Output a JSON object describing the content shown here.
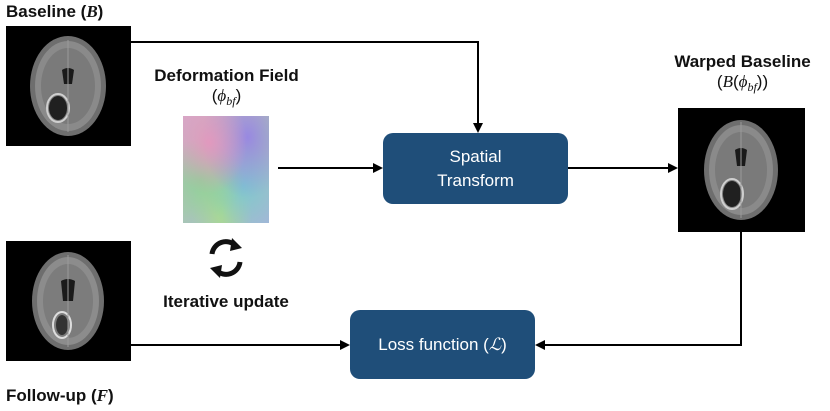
{
  "baseline": {
    "label": "Baseline",
    "symbol": "B"
  },
  "followup": {
    "label": "Follow-up",
    "symbol": "F"
  },
  "deformation": {
    "label": "Deformation Field",
    "symbol": "ϕ",
    "subscript": "bf"
  },
  "spatial_transform": {
    "line1": "Spatial",
    "line2": "Transform"
  },
  "loss": {
    "label": "Loss function",
    "symbol": "ℒ"
  },
  "warped": {
    "label": "Warped Baseline",
    "symbol": "B",
    "phi": "ϕ",
    "subscript": "bf"
  },
  "iterative": {
    "label": "Iterative update"
  },
  "colors": {
    "box": "#1f4e79",
    "box_text": "#ffffff",
    "arrow": "#000000"
  }
}
